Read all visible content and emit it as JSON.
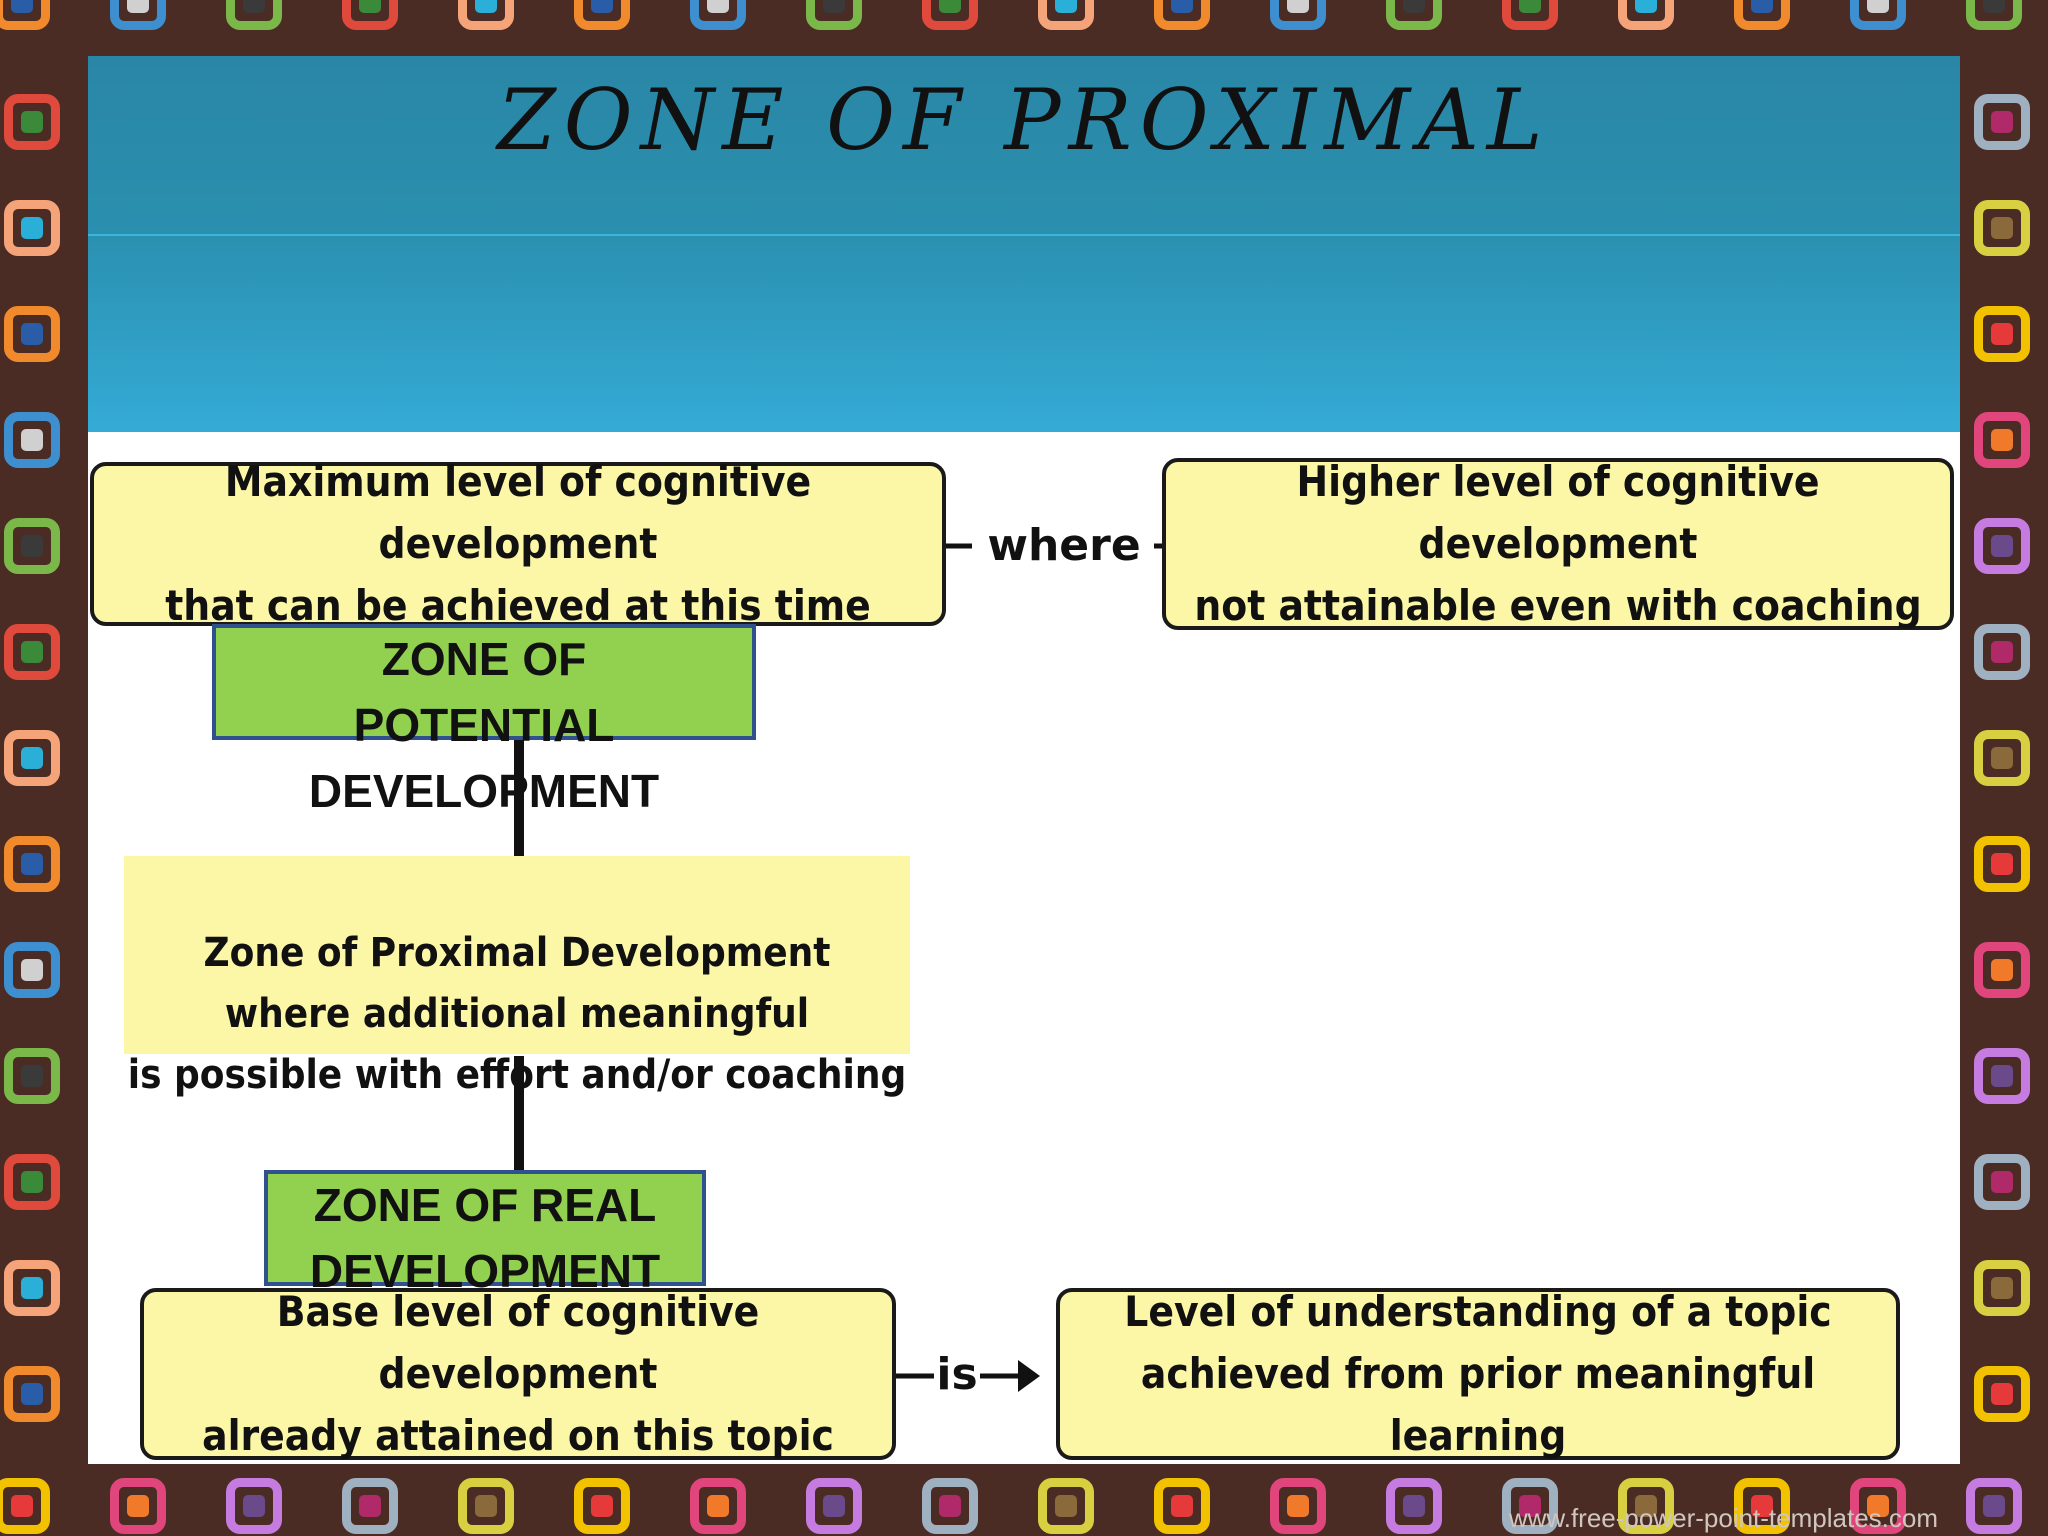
{
  "slide": {
    "title": "ZONE OF PROXIMAL"
  },
  "diagram": {
    "top_left_box": "Maximum level of cognitive development\nthat can be achieved at this time",
    "top_connector": "where",
    "top_right_box": "Higher level of cognitive development\nnot attainable even with coaching",
    "potential_label": "ZONE OF POTENTIAL DEVELOPMENT",
    "zpd_box": "Zone of Proximal Development\nwhere additional meaningful\nis possible with effort and/or coaching",
    "real_label": "ZONE OF REAL DEVELOPMENT",
    "bottom_left_box": "Base level of cognitive development\nalready attained on this topic",
    "bottom_connector": "is",
    "bottom_right_box": "Level of understanding of a topic\nachieved from prior meaningful learning"
  },
  "footer": {
    "url": "www.free-power-point-templates.com"
  },
  "colors": {
    "frame_background": "#4a2c24",
    "title_band": "#2a8fae",
    "yellow_box": "#fbf7a6",
    "green_label": "#92d050",
    "green_label_border": "#2f528f"
  }
}
